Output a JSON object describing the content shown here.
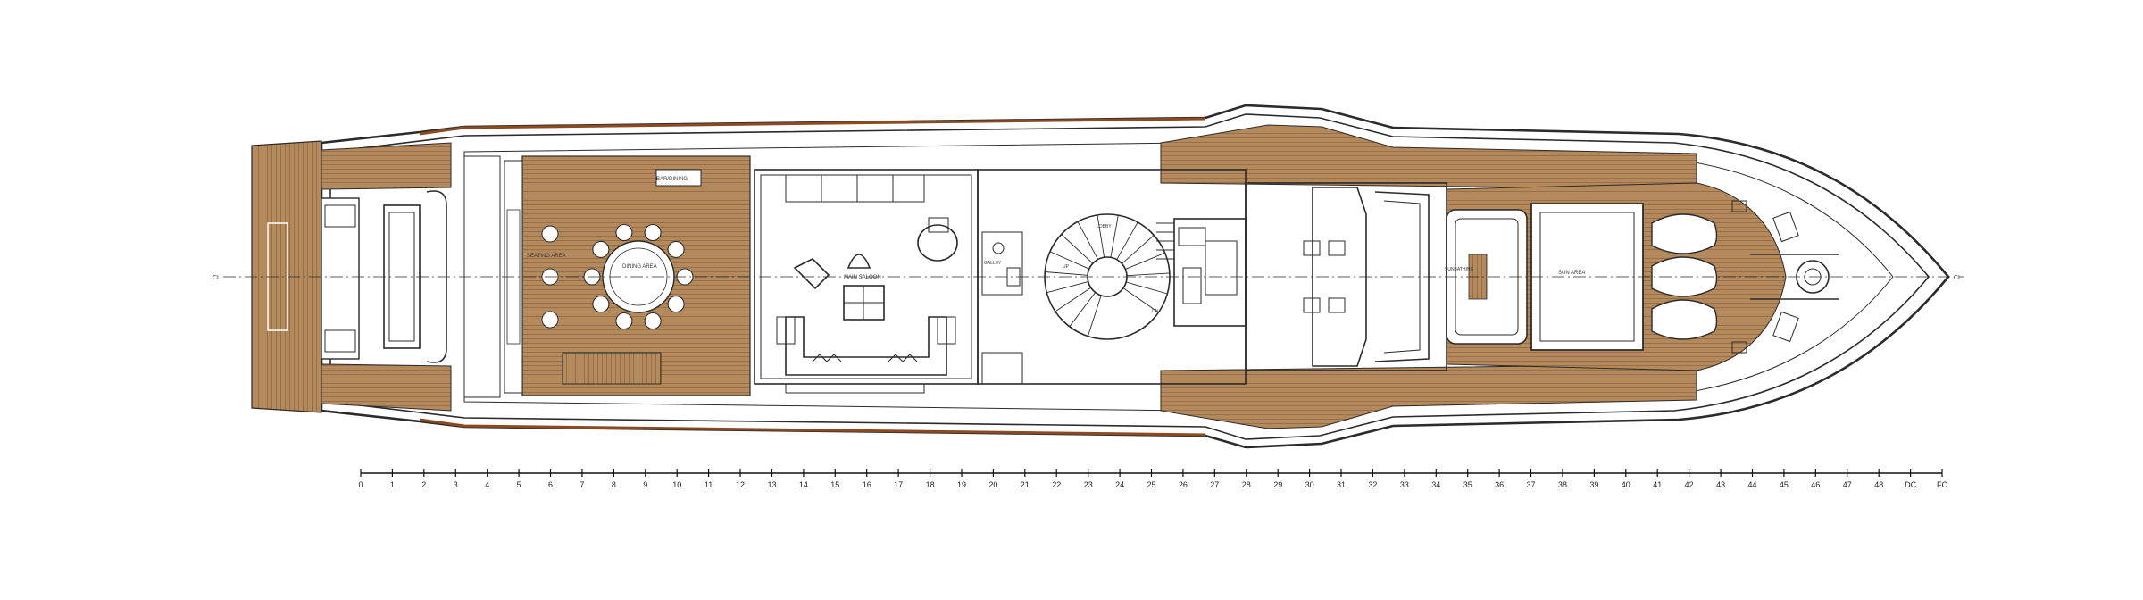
{
  "centerline": {
    "left_label": "CL",
    "right_label": "CL"
  },
  "room_labels": [
    {
      "text": "BAR/DINING",
      "size": 6
    },
    {
      "text": "DINING AREA",
      "size": 6
    },
    {
      "text": "SEATING AREA",
      "size": 6
    },
    {
      "text": "MAIN SALOON",
      "size": 6
    },
    {
      "text": "GALLEY",
      "size": 5
    },
    {
      "text": "LOBBY",
      "size": 5
    },
    {
      "text": "UP",
      "size": 5
    },
    {
      "text": "DN",
      "size": 5
    },
    {
      "text": "SUN AREA",
      "size": 6
    },
    {
      "text": "SUNBATHING",
      "size": 5
    }
  ],
  "scale": {
    "ticks": [
      "0",
      "1",
      "2",
      "3",
      "4",
      "5",
      "6",
      "7",
      "8",
      "9",
      "10",
      "11",
      "12",
      "13",
      "14",
      "15",
      "16",
      "17",
      "18",
      "19",
      "20",
      "21",
      "22",
      "23",
      "24",
      "25",
      "26",
      "27",
      "28",
      "29",
      "30",
      "31",
      "32",
      "33",
      "34",
      "35",
      "36",
      "37",
      "38",
      "39",
      "40",
      "41",
      "42",
      "43",
      "44",
      "45",
      "46",
      "47",
      "48",
      "DC",
      "FC"
    ]
  },
  "colors": {
    "teak": "#b48a5c",
    "teak_line": "#8a6540",
    "line": "#2b2b2b",
    "background": "#ffffff",
    "accent_stripe": "#8b4a22"
  }
}
